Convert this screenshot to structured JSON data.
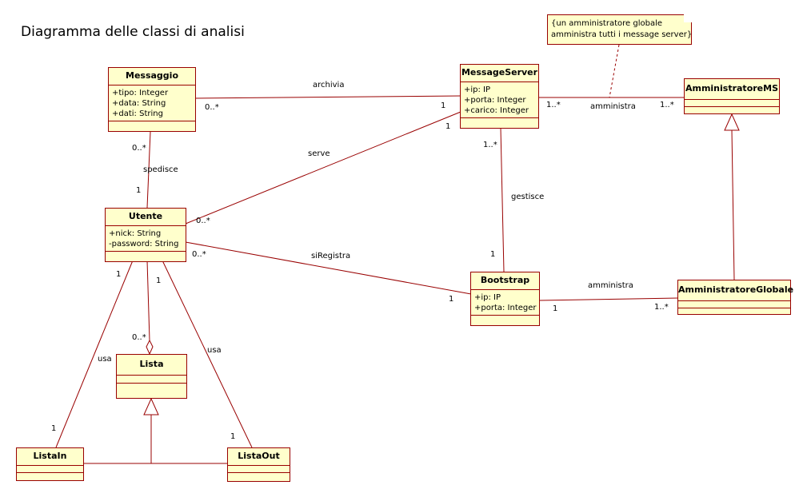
{
  "title": "Diagramma delle classi di analisi",
  "note": {
    "lines": [
      "{un amministratore globale",
      "amministra tutti i message server}"
    ]
  },
  "classes": {
    "messaggio": {
      "name": "Messaggio",
      "attrs": [
        "+tipo: Integer",
        "+data: String",
        "+dati: String"
      ]
    },
    "messageserver": {
      "name": "MessageServer",
      "attrs": [
        "+ip: IP",
        "+porta: Integer",
        "+carico: Integer"
      ]
    },
    "amministratorems": {
      "name": "AmministratoreMS"
    },
    "utente": {
      "name": "Utente",
      "attrs": [
        "+nick: String",
        "-password: String"
      ]
    },
    "bootstrap": {
      "name": "Bootstrap",
      "attrs": [
        "+ip: IP",
        "+porta: Integer"
      ]
    },
    "amministratoreglobale": {
      "name": "AmministratoreGlobale"
    },
    "lista": {
      "name": "Lista"
    },
    "listain": {
      "name": "ListaIn"
    },
    "listaout": {
      "name": "ListaOut"
    }
  },
  "associations": {
    "archivia": {
      "label": "archivia",
      "m1": "0..*",
      "m2": "1"
    },
    "amministra_ms": {
      "label": "amministra",
      "m1": "1..*",
      "m2": "1..*"
    },
    "spedisce": {
      "label": "spedisce",
      "m1": "0..*",
      "m2": "1"
    },
    "serve": {
      "label": "serve",
      "m1": "1",
      "m2": "0..*"
    },
    "gestisce": {
      "label": "gestisce",
      "m1": "1..*",
      "m2": "1"
    },
    "siregistra": {
      "label": "siRegistra",
      "m1": "0..*",
      "m2": "1"
    },
    "amministra_bs": {
      "label": "amministra",
      "m1": "1",
      "m2": "1..*"
    },
    "utente_lista": {
      "m1": "1",
      "m2": "0..*"
    },
    "usa_in": {
      "label": "usa",
      "m1": "1",
      "m2": "1"
    },
    "usa_out": {
      "label": "usa",
      "m1": "1",
      "m2": "1"
    }
  },
  "colors": {
    "line": "#990000",
    "box": "#ffffcc"
  }
}
